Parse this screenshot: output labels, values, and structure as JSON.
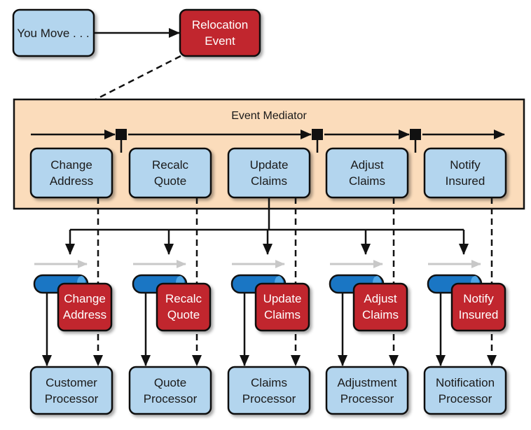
{
  "colors": {
    "blue_box": "#b3d5ee",
    "red_box": "#c1272d",
    "mediator_bg": "#fbdcbb",
    "queue_blue": "#1a76c4",
    "queue_highlight": "#4ea6e6",
    "stroke": "#111111",
    "gray_arrow": "#c8c8c8"
  },
  "initiator": {
    "label": "You Move . . ."
  },
  "event": {
    "line1": "Relocation",
    "line2": "Event"
  },
  "mediator": {
    "title": "Event Mediator",
    "steps": [
      {
        "line1": "Change",
        "line2": "Address"
      },
      {
        "line1": "Recalc",
        "line2": "Quote"
      },
      {
        "line1": "Update",
        "line2": "Claims"
      },
      {
        "line1": "Adjust",
        "line2": "Claims"
      },
      {
        "line1": "Notify",
        "line2": "Insured"
      }
    ]
  },
  "channels": [
    {
      "line1": "Change",
      "line2": "Address"
    },
    {
      "line1": "Recalc",
      "line2": "Quote"
    },
    {
      "line1": "Update",
      "line2": "Claims"
    },
    {
      "line1": "Adjust",
      "line2": "Claims"
    },
    {
      "line1": "Notify",
      "line2": "Insured"
    }
  ],
  "processors": [
    {
      "line1": "Customer",
      "line2": "Processor"
    },
    {
      "line1": "Quote",
      "line2": "Processor"
    },
    {
      "line1": "Claims",
      "line2": "Processor"
    },
    {
      "line1": "Adjustment",
      "line2": "Processor"
    },
    {
      "line1": "Notification",
      "line2": "Processor"
    }
  ]
}
